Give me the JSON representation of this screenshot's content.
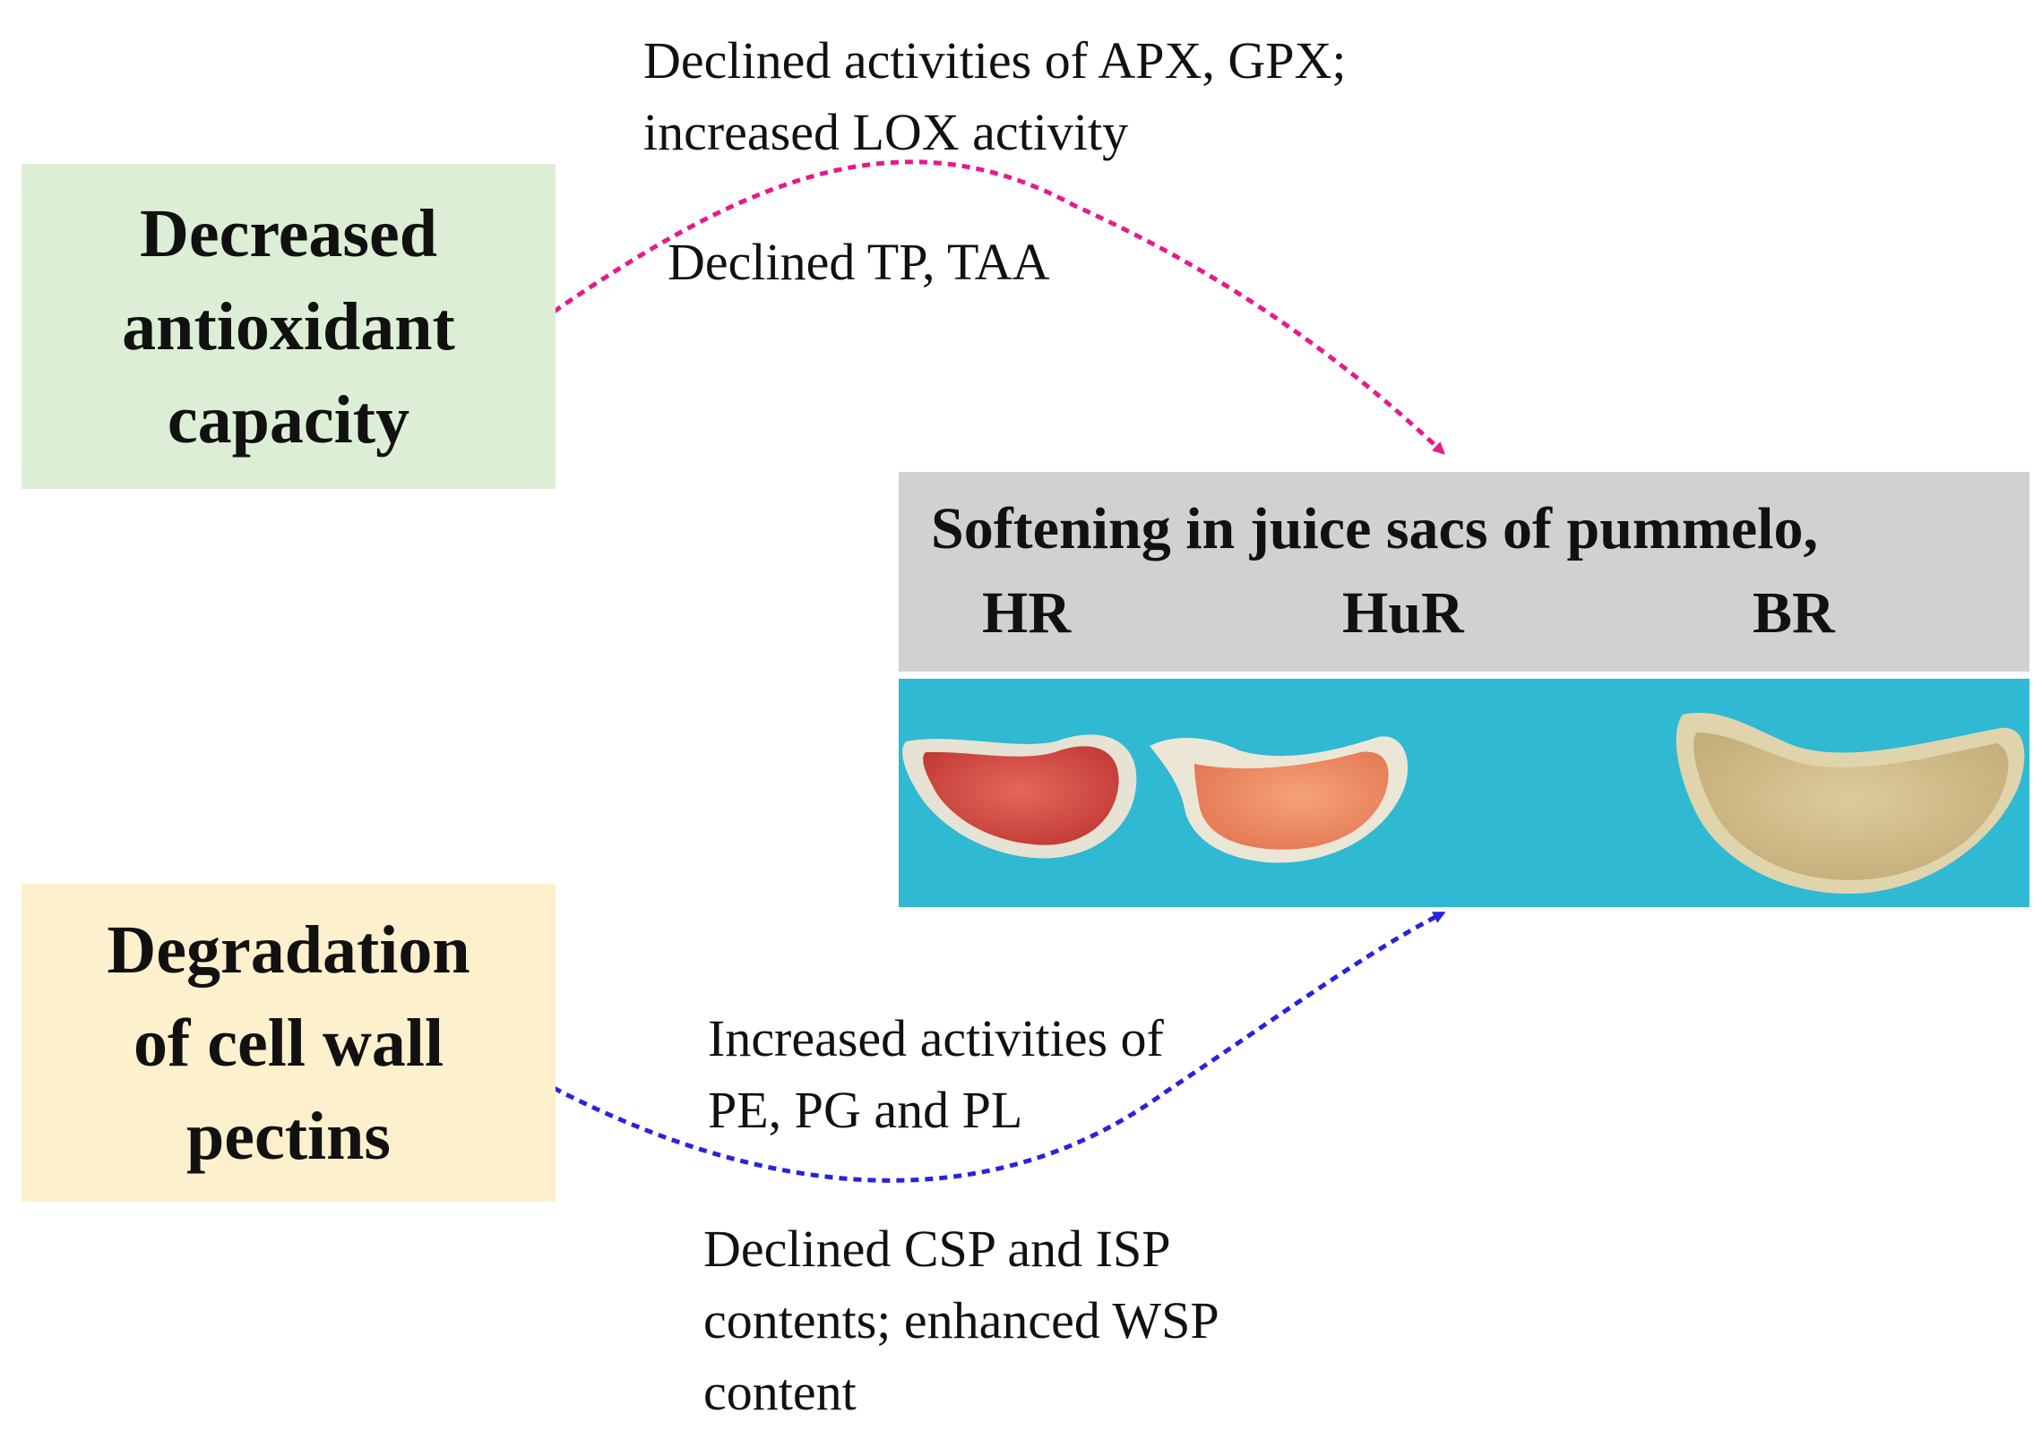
{
  "boxes": {
    "antioxidant": {
      "lines": [
        "Decreased",
        "antioxidant",
        "capacity"
      ],
      "color": "#dcefd6"
    },
    "pectin": {
      "lines": [
        "Degradation",
        "of cell wall",
        "pectins"
      ],
      "color": "#fdf0cd"
    }
  },
  "notes": {
    "enzymes_antioxidant": [
      "Declined activities of APX, GPX;",
      "increased  LOX activity"
    ],
    "tp_taa": "Declined TP, TAA",
    "enzymes_pectin": [
      "Increased activities of",
      "PE, PG and PL"
    ],
    "pectin_contents": [
      "Declined CSP and ISP",
      "contents; enhanced WSP",
      "content"
    ]
  },
  "result": {
    "title": "Softening in juice sacs of pummelo,",
    "samples": [
      "HR",
      "HuR",
      "BR"
    ],
    "photo_background": "#2fb9d2"
  },
  "arrows": {
    "antioxidant_color": "#e8198a",
    "pectin_color": "#2a22e0"
  }
}
